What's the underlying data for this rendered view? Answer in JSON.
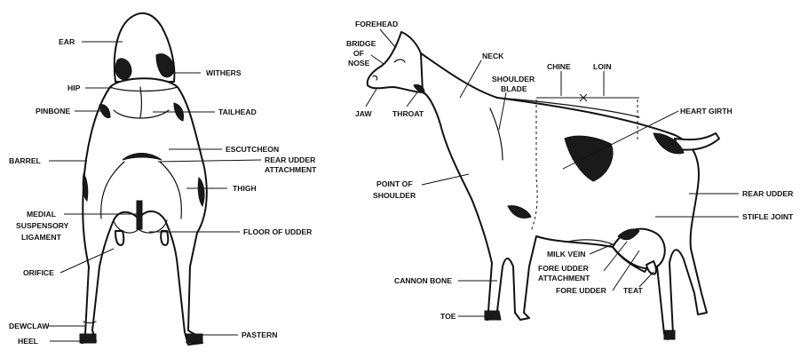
{
  "rear_view": {
    "labels": {
      "ear": "EAR",
      "withers": "WITHERS",
      "hip": "HIP",
      "pinbone": "PINBONE",
      "tailhead": "TAILHEAD",
      "escutcheon": "ESCUTCHEON",
      "rear_udder_attachment_1": "REAR UDDER",
      "rear_udder_attachment_2": "ATTACHMENT",
      "barrel": "BARREL",
      "thigh": "THIGH",
      "medial_1": "MEDIAL",
      "medial_2": "SUSPENSORY",
      "medial_3": "LIGAMENT",
      "floor_of_udder": "FLOOR OF UDDER",
      "orifice": "ORIFICE",
      "dewclaw": "DEWCLAW",
      "heel": "HEEL",
      "pastern": "PASTERN"
    }
  },
  "side_view": {
    "labels": {
      "forehead": "FOREHEAD",
      "bridge_1": "BRIDGE",
      "bridge_2": "OF",
      "bridge_3": "NOSE",
      "jaw": "JAW",
      "throat": "THROAT",
      "neck": "NECK",
      "shoulder_blade_1": "SHOULDER",
      "shoulder_blade_2": "BLADE",
      "chine": "CHINE",
      "loin": "LOIN",
      "heart_girth": "HEART GIRTH",
      "point_of_shoulder_1": "POINT OF",
      "point_of_shoulder_2": "SHOULDER",
      "rear_udder": "REAR UDDER",
      "stifle_joint": "STIFLE JOINT",
      "milk_vein": "MILK VEIN",
      "fore_udder_attachment_1": "FORE UDDER",
      "fore_udder_attachment_2": "ATTACHMENT",
      "fore_udder": "FORE UDDER",
      "teat": "TEAT",
      "cannon_bone": "CANNON BONE",
      "toe": "TOE"
    }
  }
}
